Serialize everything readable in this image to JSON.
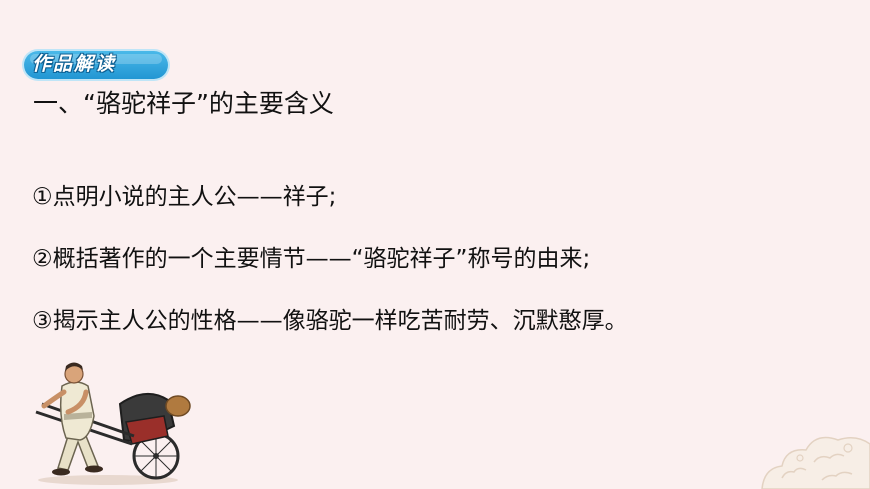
{
  "badge": {
    "label": "作品解读"
  },
  "section": {
    "title": "一、“骆驼祥子”的主要含义"
  },
  "points": [
    {
      "text": "①点明小说的主人公——祥子;"
    },
    {
      "text": "②概括著作的一个主要情节——“骆驼祥子”称号的由来;"
    },
    {
      "text": "③揭示主人公的性格——像骆驼一样吃苦耐劳、沉默憨厚。"
    }
  ],
  "icons": {
    "illustration": "rickshaw-puller-illustration",
    "decoration": "cloud-pattern-icon"
  },
  "colors": {
    "background": "#fbf0f0",
    "badge_blue": "#2296d3",
    "text": "#111111"
  }
}
